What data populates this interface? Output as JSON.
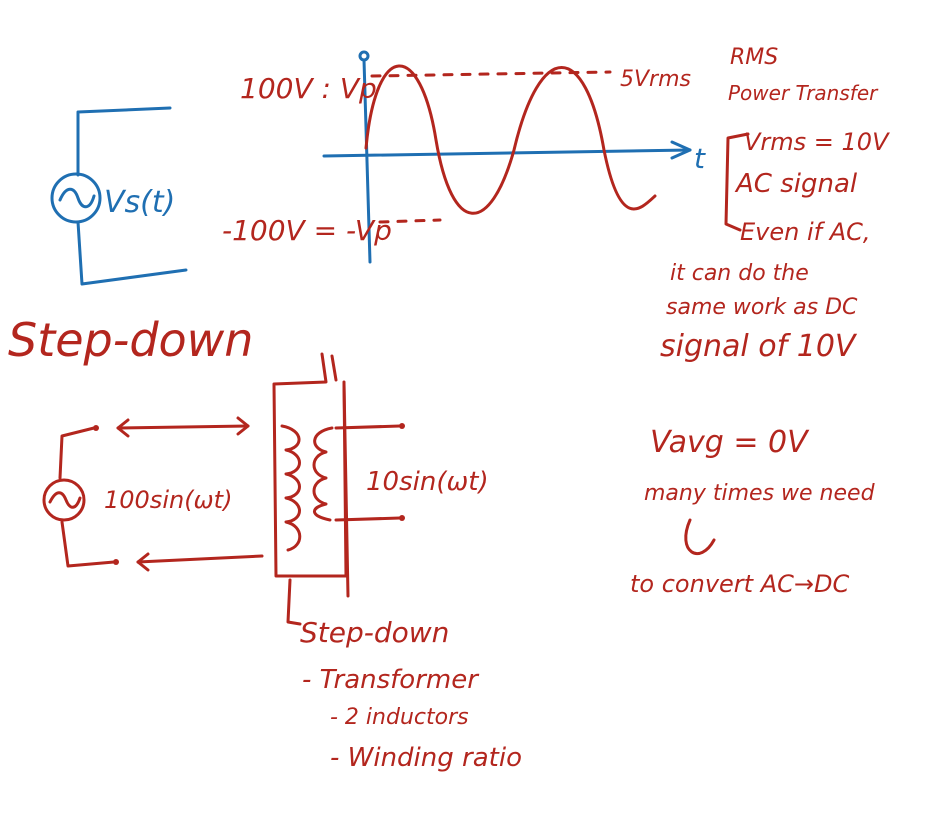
{
  "colors": {
    "ink_red": "#b3261e",
    "ink_blue": "#1f6fb2",
    "background": "#ffffff"
  },
  "source": {
    "label": "Vs(t)"
  },
  "waveform": {
    "peak_label": "100V : Vp",
    "trough_label": "-100V = -Vp",
    "axis_label": "t",
    "rms_value_label": "5Vrms"
  },
  "notes_right": {
    "rms": "RMS",
    "power_transfer": "Power Transfer",
    "vrms": "Vrms = 10V",
    "ac_signal": "AC signal",
    "even_if_ac": "Even if AC,",
    "it_can_do": "it can do the",
    "same_work": "same work as DC",
    "signal_of": "signal of 10V",
    "vavg": "Vavg = 0V",
    "many_times": "many times we need",
    "convert": "to convert AC→DC"
  },
  "step_down": {
    "title": "Step-down",
    "primary_source": "100sin(ωt)",
    "secondary_output": "10sin(ωt)"
  },
  "notes_bottom": {
    "line1": "Step-down",
    "line2": "- Transformer",
    "line3": "- 2 inductors",
    "line4": "- Winding ratio"
  }
}
